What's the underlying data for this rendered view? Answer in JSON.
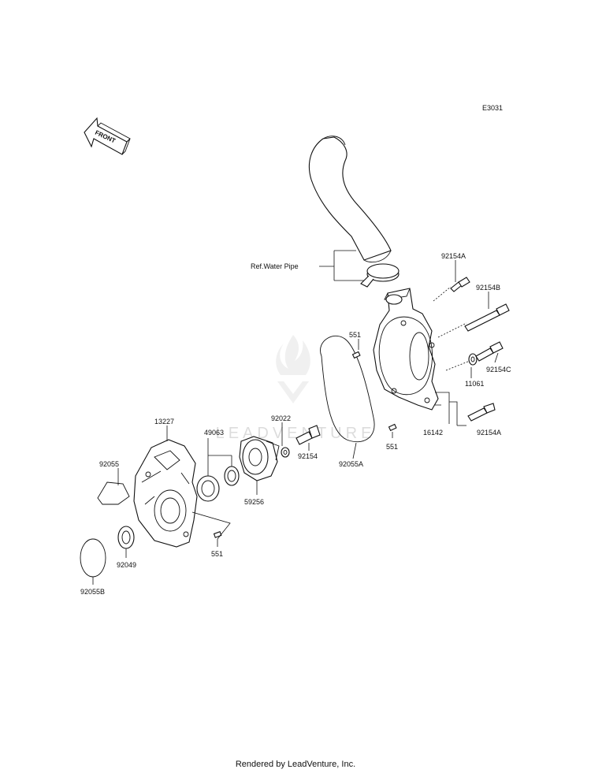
{
  "diagram": {
    "code": "E3031",
    "front_label": "FRONT",
    "watermark": "LEADVENTURE",
    "ref_label": "Ref.Water Pipe",
    "callouts": {
      "p92154A_top": "92154A",
      "p92154B": "92154B",
      "p92154C": "92154C",
      "p11061": "11061",
      "p16142": "16142",
      "p92154A_bot": "92154A",
      "p551_top": "551",
      "p551_right": "551",
      "p92055A": "92055A",
      "p92022": "92022",
      "p92154": "92154",
      "p13227": "13227",
      "p49063": "49063",
      "p59256": "59256",
      "p92055": "92055",
      "p92049": "92049",
      "p551_bottom": "551",
      "p92055B": "92055B"
    }
  },
  "footer": {
    "text": "Rendered by LeadVenture, Inc."
  }
}
